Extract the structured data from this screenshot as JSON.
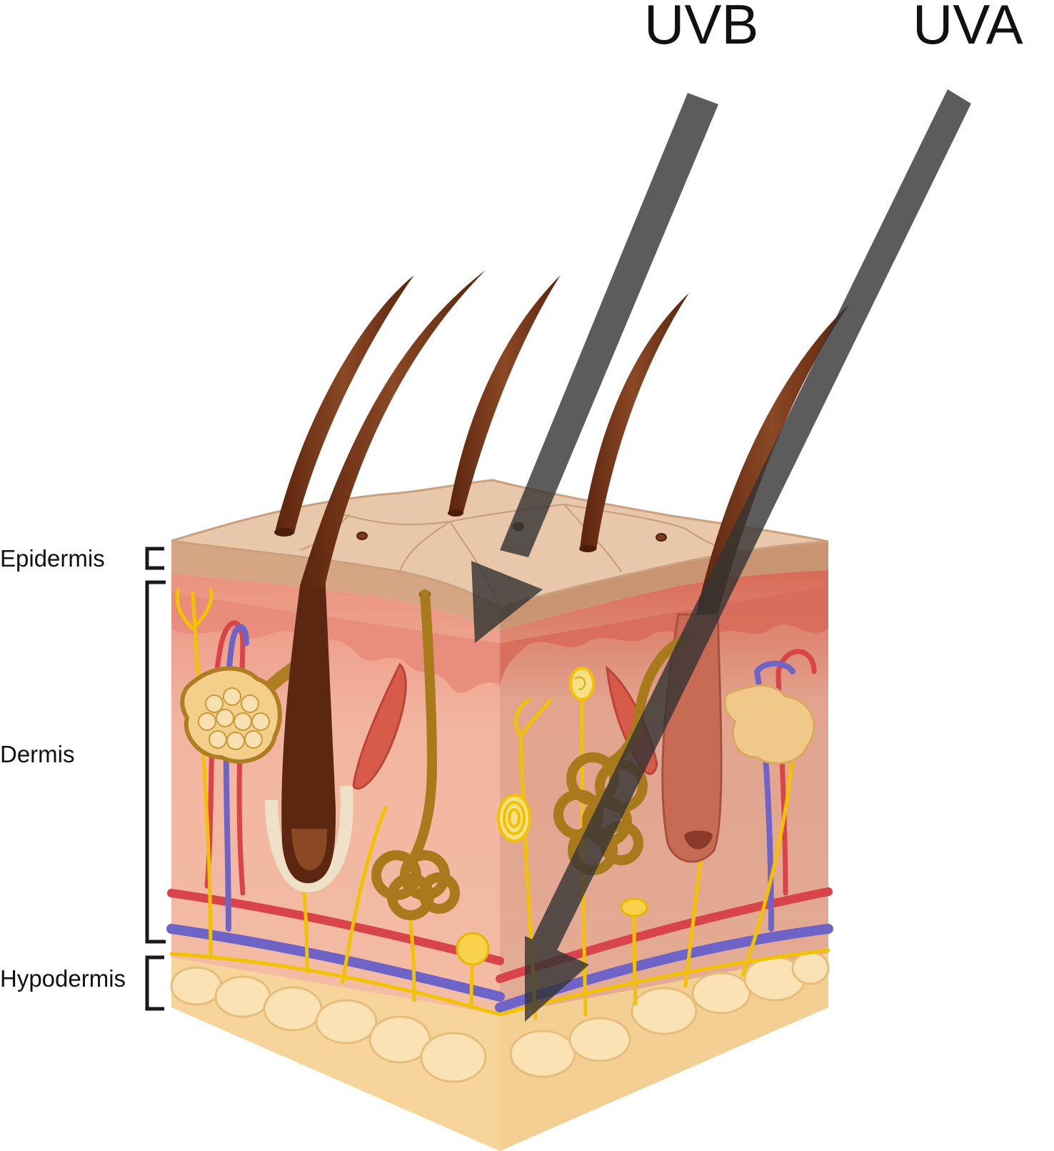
{
  "radiation": {
    "uvb_label": "UVB",
    "uva_label": "UVA",
    "arrow_color": "#3a3a3a"
  },
  "layers": {
    "epidermis_label": "Epidermis",
    "dermis_label": "Dermis",
    "hypodermis_label": "Hypodermis"
  },
  "colors": {
    "epidermis_top": "#e8c6a8",
    "epidermis_side": "#d7a988",
    "dermis_upper": "#e9907c",
    "dermis_lower": "#f0b49e",
    "dermis_right": "#dba08a",
    "hypodermis_fat": "#f7d9a3",
    "hair": "#7a3a1c",
    "artery": "#d9434a",
    "vein": "#6e64c8",
    "nerve": "#f2c200",
    "gland": "#b07e22"
  }
}
